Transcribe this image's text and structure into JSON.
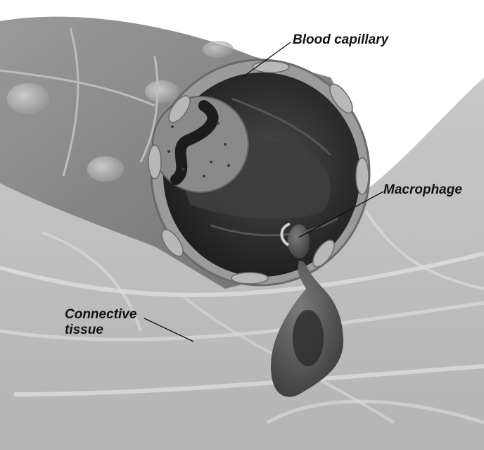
{
  "labels": {
    "blood_capillary": "Blood capillary",
    "macrophage": "Macrophage",
    "connective_tissue": "Connective\ntissue"
  },
  "palette": {
    "background": "#ffffff",
    "tissue": "#bdbdbd",
    "tissue_fibre": "#e2e2e2",
    "vessel_wall": "#8e8e8e",
    "vessel_cell": "#a9a9a9",
    "lumen_dark": "#2c2c2c",
    "leader_line": "#111111"
  }
}
